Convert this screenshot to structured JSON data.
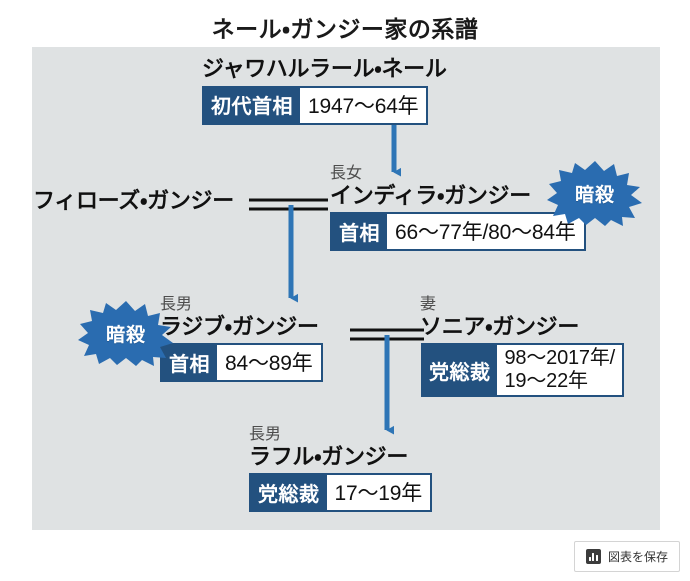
{
  "title": "ネール・ガンジー家の系譜",
  "colors": {
    "panel_bg": "#dfe2e3",
    "chip_navy": "#23517f",
    "arrow_blue": "#2e75b6",
    "burst_blue": "#2a6cb0",
    "text_dark": "#111111",
    "label_gray": "#4d4d4d"
  },
  "people": [
    {
      "id": "nehru",
      "relation": "",
      "name": "ジャワハルラール・ネール",
      "role": "初代首相",
      "term": "1947〜64年",
      "assassinated": false
    },
    {
      "id": "feroze",
      "relation": "",
      "name": "フィローズ・ガンジー",
      "role": "",
      "term": "",
      "assassinated": false
    },
    {
      "id": "indira",
      "relation": "長女",
      "name": "インディラ・ガンジー",
      "role": "首相",
      "term": "66〜77年/80〜84年",
      "assassinated": true
    },
    {
      "id": "rajiv",
      "relation": "長男",
      "name": "ラジブ・ガンジー",
      "role": "首相",
      "term": "84〜89年",
      "assassinated": true
    },
    {
      "id": "sonia",
      "relation": "妻",
      "name": "ソニア・ガンジー",
      "role": "党総裁",
      "term_line1": "98〜2017年/",
      "term_line2": "19〜22年",
      "assassinated": false
    },
    {
      "id": "rahul",
      "relation": "長男",
      "name": "ラフル・ガンジー",
      "role": "党総裁",
      "term": "17〜19年",
      "assassinated": false
    }
  ],
  "badges": {
    "assassination_label": "暗殺"
  },
  "save_button": {
    "label": "図表を保存",
    "icon": "bar-chart-icon"
  }
}
